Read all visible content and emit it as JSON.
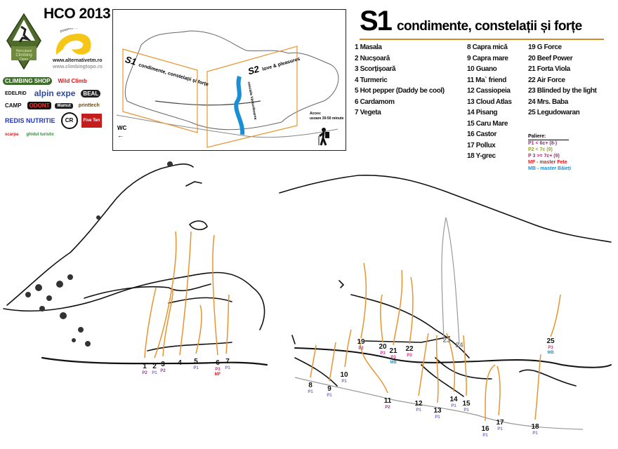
{
  "header": {
    "event": "HCO 2013"
  },
  "logos": {
    "club": "Herculane Climbing Open",
    "powered_by": "powered by",
    "url_primary": "www.alternativetm.ro",
    "url_secondary": "www.climbingtopo.ro",
    "sponsors": [
      "CLIMBING SHOP",
      "Wild Climb",
      "EDELRID",
      "alpin expe",
      "BEAL",
      "CAMP",
      "ODONT",
      "Mamut",
      "printtech",
      "REDIS NUTRITIE",
      "CR",
      "Five Ten",
      "scarpa",
      "ghidul turistic"
    ]
  },
  "map": {
    "sector1_code": "S1",
    "sector1_name": "condimente, constelații și forțe",
    "sector2_code": "S2",
    "sector2_name": "love & pleasures",
    "waterfall": "cascada Vânturătoarea",
    "wc": "WC",
    "access_title": "Acces:",
    "access_time": "usoare 30-50 minute"
  },
  "title": {
    "code": "S1",
    "name": "condimente, constelații și forțe"
  },
  "routes": [
    {
      "n": "1",
      "name": "Masala",
      "grade": "P2"
    },
    {
      "n": "2",
      "name": "Nucșoară",
      "grade": "P1"
    },
    {
      "n": "3",
      "name": "Scorțișoară",
      "grade": "P2"
    },
    {
      "n": "4",
      "name": "Turmeric",
      "grade": ""
    },
    {
      "n": "5",
      "name": "Hot pepper (Daddy be cool)",
      "grade": "P1"
    },
    {
      "n": "6",
      "name": "Cardamom",
      "grade": "P3",
      "tag": "MF"
    },
    {
      "n": "7",
      "name": "Vegeta",
      "grade": "P1"
    },
    {
      "n": "8",
      "name": "Capra mică",
      "grade": "P1"
    },
    {
      "n": "9",
      "name": "Capra mare",
      "grade": "P1"
    },
    {
      "n": "10",
      "name": "Guano",
      "grade": "P1"
    },
    {
      "n": "11",
      "name": "Ma` friend",
      "grade": "P2"
    },
    {
      "n": "12",
      "name": "Cassiopeia",
      "grade": "P1"
    },
    {
      "n": "13",
      "name": "Cloud Atlas",
      "grade": "P1"
    },
    {
      "n": "14",
      "name": "Pisang",
      "grade": "P1"
    },
    {
      "n": "15",
      "name": "Caru Mare",
      "grade": "P1"
    },
    {
      "n": "16",
      "name": "Castor",
      "grade": "P1"
    },
    {
      "n": "17",
      "name": "Pollux",
      "grade": "P1"
    },
    {
      "n": "18",
      "name": "Y-grec",
      "grade": "P1"
    },
    {
      "n": "19",
      "name": "G Force",
      "grade": "P2"
    },
    {
      "n": "20",
      "name": "Beef Power",
      "grade": "P3"
    },
    {
      "n": "21",
      "name": "Forta Viola",
      "grade": "P3",
      "tag": "MB"
    },
    {
      "n": "22",
      "name": "Air Force",
      "grade": "P3"
    },
    {
      "n": "23",
      "name": "Blinded by the light",
      "grade": ""
    },
    {
      "n": "24",
      "name": "Mrs. Baba",
      "grade": ""
    },
    {
      "n": "25",
      "name": "Legudowaran",
      "grade": "P3",
      "tag": "MB"
    }
  ],
  "legend": {
    "title": "Paliere:",
    "items": [
      {
        "key": "P1",
        "text": "P1  < 6c+ (8-)",
        "color": "#9b1f8f"
      },
      {
        "key": "P2",
        "text": "P2  < 7c (9)",
        "color": "#9aa31c"
      },
      {
        "key": "P3",
        "text": "P 3  >= 7c+ (9)",
        "color": "#c4177a"
      },
      {
        "key": "MF",
        "text": "MF - master Fete",
        "color": "#e31b1b"
      },
      {
        "key": "MB",
        "text": "MB - master Băieți",
        "color": "#1a8fd6"
      }
    ]
  },
  "colors": {
    "route": "#e8942e",
    "accent": "#d08a2a",
    "grade_p1": "#7b6fc0",
    "grade_p2": "#a0369a",
    "grade_p3": "#d42a8a",
    "mf": "#e31b1b",
    "mb": "#1a9ad6",
    "water": "#1a8fd6"
  }
}
